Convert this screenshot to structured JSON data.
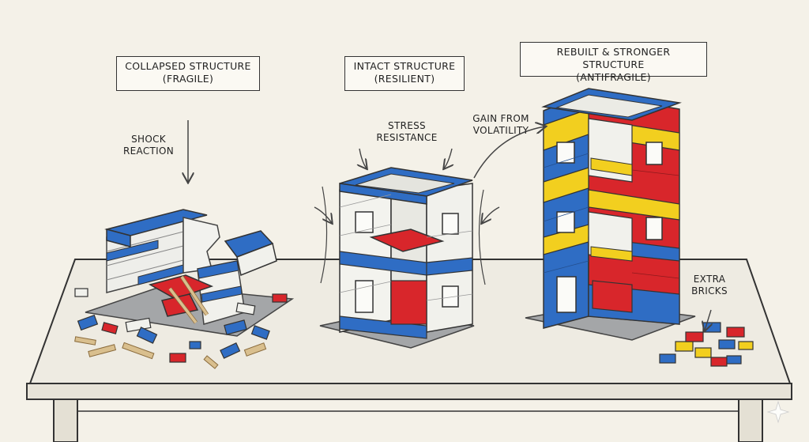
{
  "labels": {
    "collapsed": {
      "line1": "COLLAPSED STRUCTURE",
      "line2": "(FRAGILE)"
    },
    "intact": {
      "line1": "INTACT STRUCTURE",
      "line2": "(RESILIENT)"
    },
    "rebuilt": {
      "line1": "REBUILT & STRONGER STRUCTURE",
      "line2": "(ANTIFRAGILE)"
    }
  },
  "annotations": {
    "shock": {
      "line1": "SHOCK",
      "line2": "REACTION"
    },
    "stress": {
      "line1": "STRESS",
      "line2": "RESISTANCE"
    },
    "gain": {
      "line1": "GAIN FROM",
      "line2": "VOLATILITY"
    },
    "extra": {
      "line1": "EXTRA",
      "line2": "BRICKS"
    }
  },
  "colors": {
    "blue": "#2f6dc4",
    "red": "#d8262b",
    "yellow": "#f2cf1f",
    "white": "#f3f3ee",
    "grey": "#9a9c9e",
    "table": "#eeebe2",
    "wood": "#d9bf8e"
  }
}
